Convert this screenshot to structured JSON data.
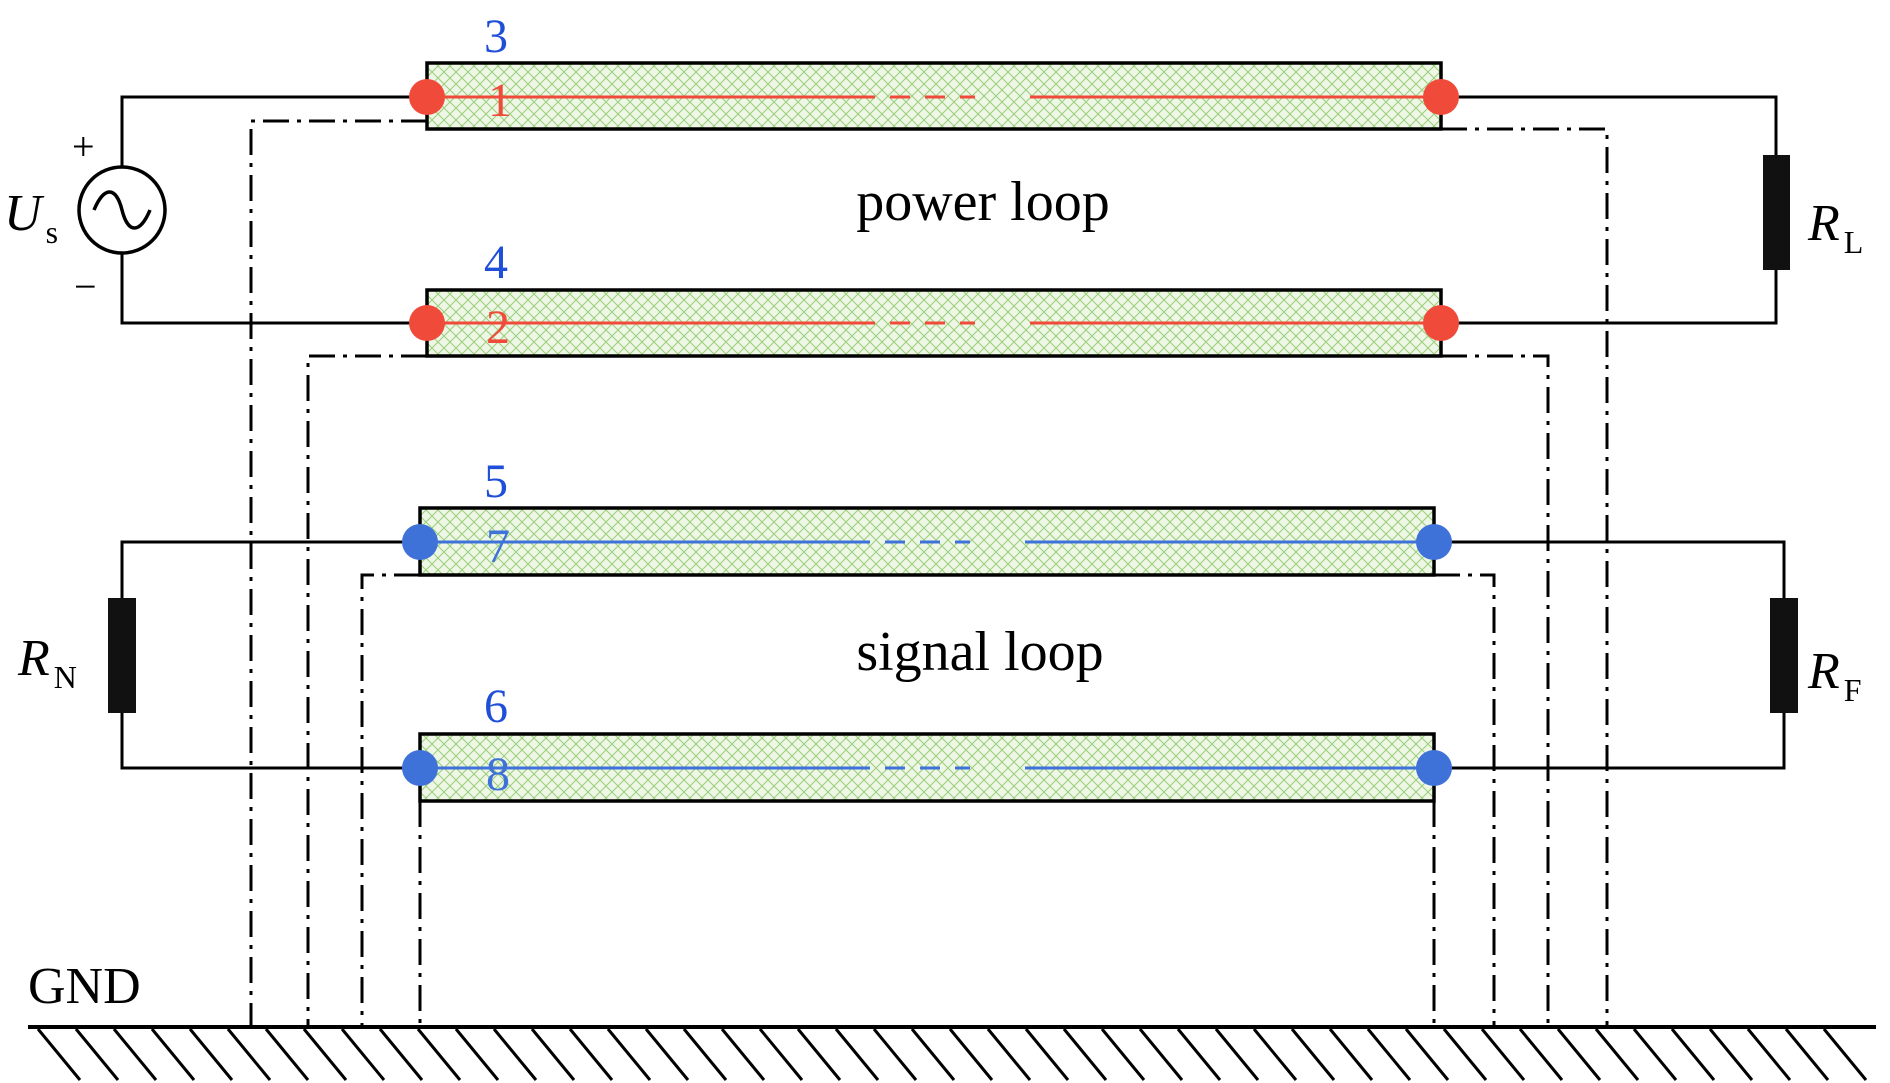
{
  "labels": {
    "power_loop": "power loop",
    "signal_loop": "signal loop",
    "gnd": "GND",
    "source": {
      "main": "U",
      "sub": "s"
    },
    "plus": "+",
    "minus": "−",
    "load": {
      "main": "R",
      "sub": "L"
    },
    "near_end": {
      "main": "R",
      "sub": "N"
    },
    "far_end": {
      "main": "R",
      "sub": "F"
    }
  },
  "conductors": [
    {
      "shield": "3",
      "core": "1",
      "loop": "power"
    },
    {
      "shield": "4",
      "core": "2",
      "loop": "power"
    },
    {
      "shield": "5",
      "core": "7",
      "loop": "signal"
    },
    {
      "shield": "6",
      "core": "8",
      "loop": "signal"
    }
  ],
  "colors": {
    "power_core": "#f04a3a",
    "signal_core": "#3f72d9",
    "shield_number": "#1f4fd8",
    "hatch": "#9acd7a",
    "shield_fill": "#eef7e6",
    "wire": "#000000"
  }
}
